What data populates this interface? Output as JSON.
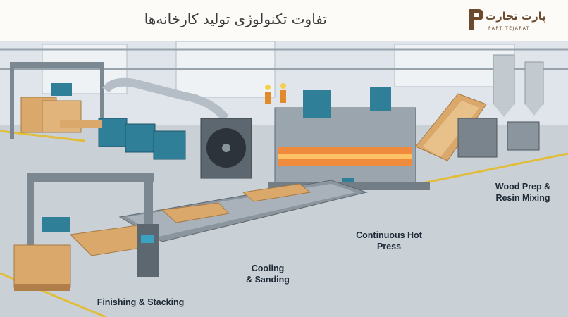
{
  "header": {
    "title": "تفاوت تکنولوژی تولید کارخانه‌ها",
    "logo": {
      "text_fa": "پارت تجارت",
      "text_en": "PART TEJARAT"
    }
  },
  "stages": {
    "wood_prep": "Wood Prep &\nResin Mixing",
    "hot_press": "Continuous Hot\nPress",
    "cooling": "Cooling\n& Sanding",
    "finishing": "Finishing & Stacking"
  },
  "colors": {
    "accent_yellow": "#e2bd3c",
    "machine_blue": "#2f7f98",
    "board_tan": "#d9a86a",
    "logo_brown": "#6b4a2e"
  }
}
